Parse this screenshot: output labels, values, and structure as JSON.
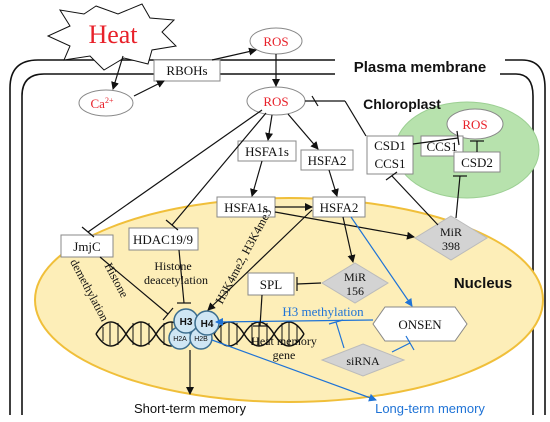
{
  "labels": {
    "heat": "Heat",
    "ros_top": "ROS",
    "rbohs": "RBOHs",
    "calcium": "Ca",
    "calcium_sup": "2+",
    "plasma_membrane": "Plasma membrane",
    "ros_cell": "ROS",
    "chloroplast": "Chloroplast",
    "ros_chloroplast": "ROS",
    "hsfa1s_upper": "HSFA1s",
    "hsfa2_upper": "HSFA2",
    "csd1": "CSD1",
    "ccs1_left": "CCS1",
    "ccs1_right": "CCS1",
    "csd2": "CSD2",
    "hsfa1s_nucleus": "HSFA1s",
    "hsfa2_nucleus": "HSFA2",
    "mir398_line1": "MiR",
    "mir398_line2": "398",
    "jmjc": "JmjC",
    "hdac": "HDAC19/9",
    "histone_deacetylation_line1": "Histone",
    "histone_deacetylation_line2": "deacetylation",
    "histone_demethylation_line1": "Histone",
    "histone_demethylation_line2": "demethylation",
    "h3k4me": "H3K4me2, H3K4me3",
    "nucleus": "Nucleus",
    "spl": "SPL",
    "mir156_line1": "MiR",
    "mir156_line2": "156",
    "h3_methylation": "H3 methylation",
    "onsen": "ONSEN",
    "h3": "H3",
    "h4": "H4",
    "h2a": "H2A",
    "h2b": "H2B",
    "heat_memory_gene_line1": "Heat memory",
    "heat_memory_gene_line2": "gene",
    "sirna": "siRNA",
    "short_term_memory": "Short-term memory",
    "long_term_memory": "Long-term memory"
  },
  "colors": {
    "heat_text": "#e8212a",
    "ros_text": "#e8212a",
    "calcium_text": "#e8212a",
    "nucleus_fill": "#fdeeb8",
    "nucleus_stroke": "#f0bf3a",
    "chloroplast_fill": "#b7e2ad",
    "diamond_fill": "#d3d3d3",
    "arrow_black": "#111111",
    "arrow_blue": "#1f73d6",
    "long_term_text": "#1f73d6",
    "histone_fill": "#cfe6f4",
    "histone_stroke": "#3c6e8f"
  }
}
